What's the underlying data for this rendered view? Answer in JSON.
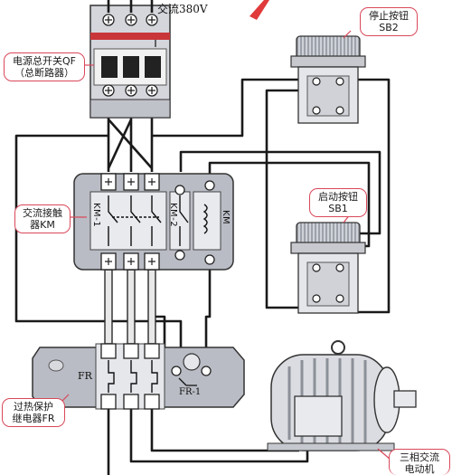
{
  "breaker": {
    "supply_label": "交流380V"
  },
  "callouts": {
    "qf_line1": "电源总开关QF",
    "qf_line2": "（总断路器）",
    "sb2_line1": "停止按钮",
    "sb2_line2": "SB2",
    "sb1_line1": "启动按钮",
    "sb1_line2": "SB1",
    "km_line1": "交流接触",
    "km_line2": "器KM",
    "fr_line1": "过热保护",
    "fr_line2": "继电器FR",
    "motor_line1": "三相交流",
    "motor_line2": "电动机"
  },
  "contactor": {
    "main_contact_label": "KM-1",
    "aux_contact_label": "KM-2",
    "coil_label": "KM"
  },
  "overload_relay": {
    "body_label": "FR",
    "contact_label": "FR-1"
  },
  "colors": {
    "accent_red": "#d9485a",
    "wire": "#1a1a1a",
    "device_gray": "#b9bcc4"
  }
}
